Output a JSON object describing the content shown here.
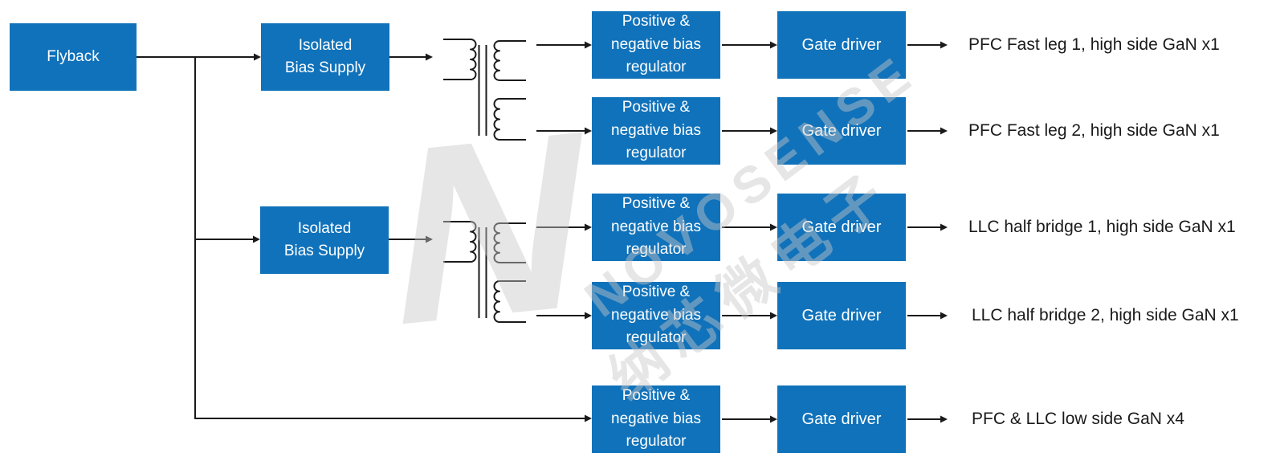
{
  "blocks": {
    "flyback": "Flyback",
    "isolated_bias": [
      "Isolated",
      "Bias Supply"
    ],
    "regulator": [
      "Positive &",
      "negative bias",
      "regulator"
    ],
    "gate_driver": "Gate driver"
  },
  "outputs": [
    "PFC Fast leg 1, high side GaN x1",
    "PFC Fast leg 2, high side GaN x1",
    "LLC half bridge 1, high side GaN x1",
    "LLC half bridge 2, high side GaN x1",
    "PFC & LLC low side GaN x4"
  ],
  "watermark": {
    "logo": "N",
    "brand": "NOVOSENSE",
    "brand_cn": "纳芯微电子"
  },
  "colors": {
    "block_fill": "#1072BA",
    "block_text": "#ffffff",
    "wire": "#1a1a1a",
    "label_text": "#1a1a1a",
    "watermark": "rgba(200,200,200,0.45)"
  }
}
